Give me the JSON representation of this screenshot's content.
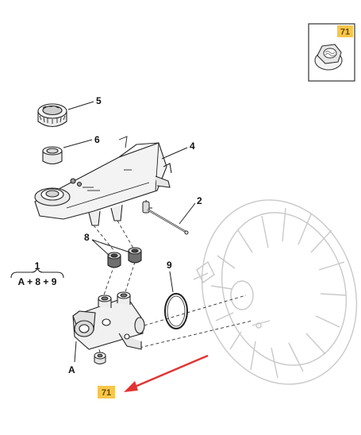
{
  "labels": {
    "cap": "5",
    "filter": "6",
    "reservoir": "4",
    "pin": "2",
    "grommets": "8",
    "oring": "9",
    "assembly_number": "1",
    "assembly_formula": "A + 8 + 9",
    "master_cylinder": "A"
  },
  "badges": {
    "inset": "71",
    "bottom": "71"
  },
  "colors": {
    "badge_fill": "#f7c64b",
    "arrow": "#e23333",
    "line": "#222222",
    "ghost": "#c9c9c9"
  },
  "icons": [
    "flange-nut-icon",
    "callout-arrow-icon"
  ]
}
